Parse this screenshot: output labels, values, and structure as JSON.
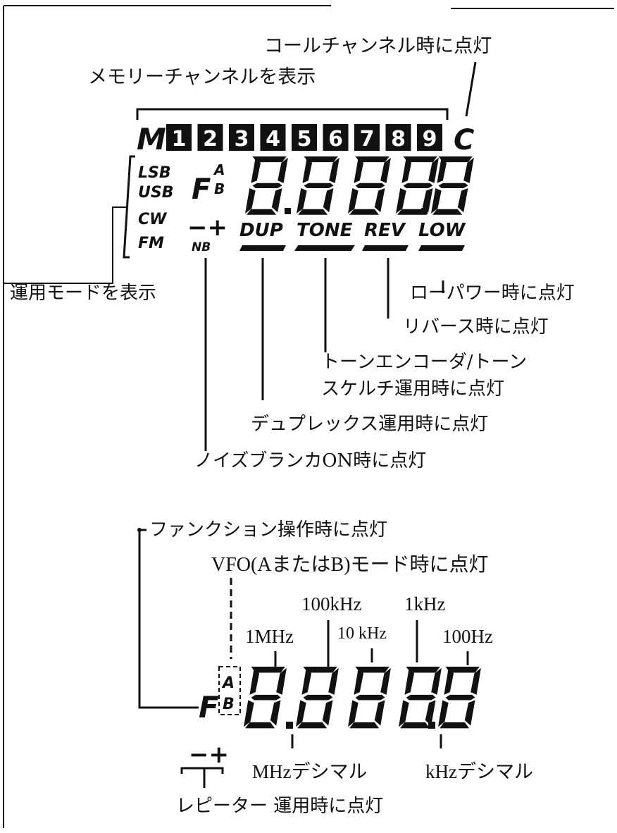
{
  "top_annotations": {
    "call_channel": "コールチャンネル時に点灯",
    "memory_channel": "メモリーチャンネルを表示",
    "op_mode": "運用モードを表示",
    "low_power": "ローパワー時に点灯",
    "reverse": "リバース時に点灯",
    "tone_line1": "トーンエンコーダ/トーン",
    "tone_line2": "スケルチ運用時に点灯",
    "duplex": "デュプレックス運用時に点灯",
    "noise_blanker": "ノイズブランカON時に点灯"
  },
  "lcd_top": {
    "memory_label": "M",
    "memory_numbers": [
      "1",
      "2",
      "3",
      "4",
      "5",
      "6",
      "7",
      "8",
      "9"
    ],
    "call_label": "C",
    "modes": [
      "LSB",
      "USB",
      "CW",
      "FM"
    ],
    "function_label": "F",
    "vfo_a": "A",
    "vfo_b": "B",
    "shift_label": "−+",
    "nb_label": "NB",
    "indicators": [
      "DUP",
      "TONE",
      "REV",
      "LOW"
    ]
  },
  "bottom_annotations": {
    "function_op": "ファンクション操作時に点灯",
    "vfo_mode": "VFO(AまたはB)モード時に点灯",
    "digit_labels": [
      "100kHz",
      "1kHz",
      "1MHz",
      "10 kHz",
      "100Hz"
    ],
    "mhz_decimal": "MHzデシマル",
    "khz_decimal": "kHzデシマル",
    "repeater": "レピーター 運用時に点灯"
  },
  "lcd_bottom": {
    "function_label": "F",
    "vfo_a": "A",
    "vfo_b": "B",
    "shift_label": "−+"
  }
}
